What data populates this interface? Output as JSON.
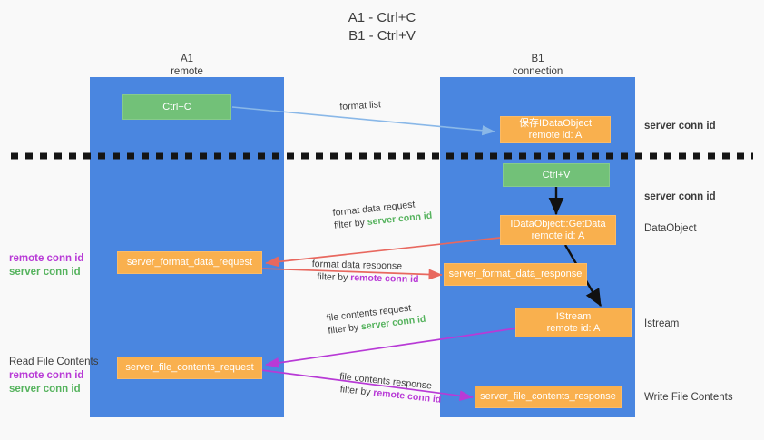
{
  "title": {
    "line1": "A1 - Ctrl+C",
    "line2": "B1 - Ctrl+V"
  },
  "columns": [
    {
      "name": "A1",
      "role": "remote"
    },
    {
      "name": "B1",
      "role": "connection"
    }
  ],
  "colors": {
    "panel": "#4a86e0",
    "green_node": "#72c178",
    "orange_node": "#f9b04e",
    "server_conn_id": "#56b35e",
    "remote_conn_id": "#b83ad6",
    "arrow_blue": "#8ab8e8",
    "arrow_red": "#e8685f",
    "arrow_black": "#111111",
    "arrow_magenta": "#b83ad6",
    "background": "#f9f9f9"
  },
  "nodes": {
    "ctrl_c": {
      "label": "Ctrl+C"
    },
    "save_idataobject": {
      "line1": "保存IDataObject",
      "line2": "remote id: A"
    },
    "ctrl_v": {
      "label": "Ctrl+V"
    },
    "getdata": {
      "line1": "IDataObject::GetData",
      "line2": "remote id: A"
    },
    "istream": {
      "line1": "IStream",
      "line2": "remote id: A"
    },
    "server_format_data_request": {
      "label": "server_format_data_request"
    },
    "server_format_data_response": {
      "label": "server_format_data_response"
    },
    "server_file_contents_request": {
      "label": "server_file_contents_request"
    },
    "server_file_contents_response": {
      "label": "server_file_contents_response"
    }
  },
  "edge_labels": {
    "format_list": "format list",
    "format_data_request": "format data request",
    "format_data_request_filter_prefix": "filter by ",
    "format_data_request_filter_value": "server conn id",
    "format_data_response": "format data response",
    "format_data_response_filter_prefix": "filter by ",
    "format_data_response_filter_value": "remote conn id",
    "file_contents_request": "file contents request",
    "file_contents_request_filter_prefix": "filter by ",
    "file_contents_request_filter_value": "server conn id",
    "file_contents_response": "file contents response",
    "file_contents_response_filter_prefix": "filter by ",
    "file_contents_response_filter_value": "remote conn id"
  },
  "left_labels": {
    "format_remote_conn_id": "remote conn id",
    "format_server_conn_id": "server conn id",
    "read_file_contents": "Read File Contents",
    "file_remote_conn_id": "remote conn id",
    "file_server_conn_id": "server conn id"
  },
  "right_notes": {
    "server_conn_id_top": "server conn id",
    "server_conn_id_mid": "server conn id",
    "dataobject": "DataObject",
    "istream": "Istream",
    "write_file_contents": "Write File Contents"
  }
}
